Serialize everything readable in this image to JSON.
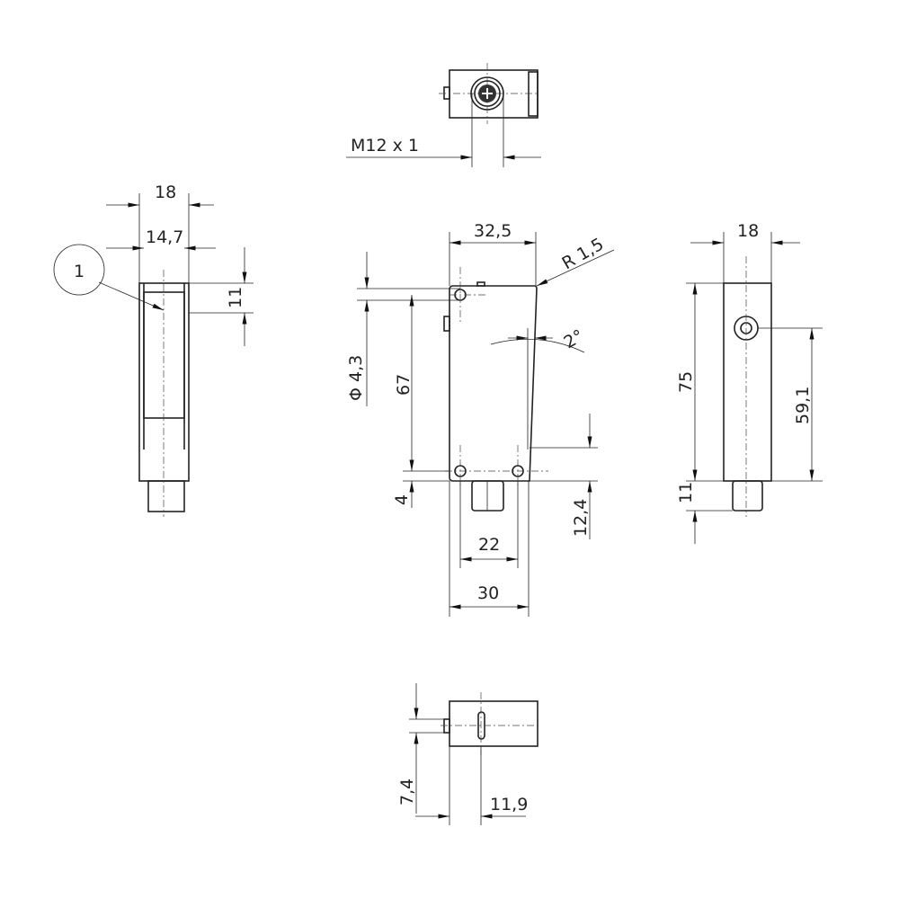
{
  "top_view": {
    "thread_label": "M12 x 1"
  },
  "side_view_left": {
    "width_outer": "18",
    "width_inner": "14,7",
    "offset": "11",
    "callout": "1"
  },
  "front_view": {
    "width_top": "32,5",
    "radius": "R 1,5",
    "angle": "2°",
    "hole_diameter": "Φ 4,3",
    "hole_spacing_v": "67",
    "hole_offset": "4",
    "height_offset": "12,4",
    "hole_spacing_h": "22",
    "width_bottom": "30"
  },
  "side_view_right": {
    "width": "18",
    "height": "75",
    "connector_length": "11",
    "lens_height": "59,1"
  },
  "bottom_view": {
    "offset_v": "7,4",
    "offset_h": "11,9"
  }
}
